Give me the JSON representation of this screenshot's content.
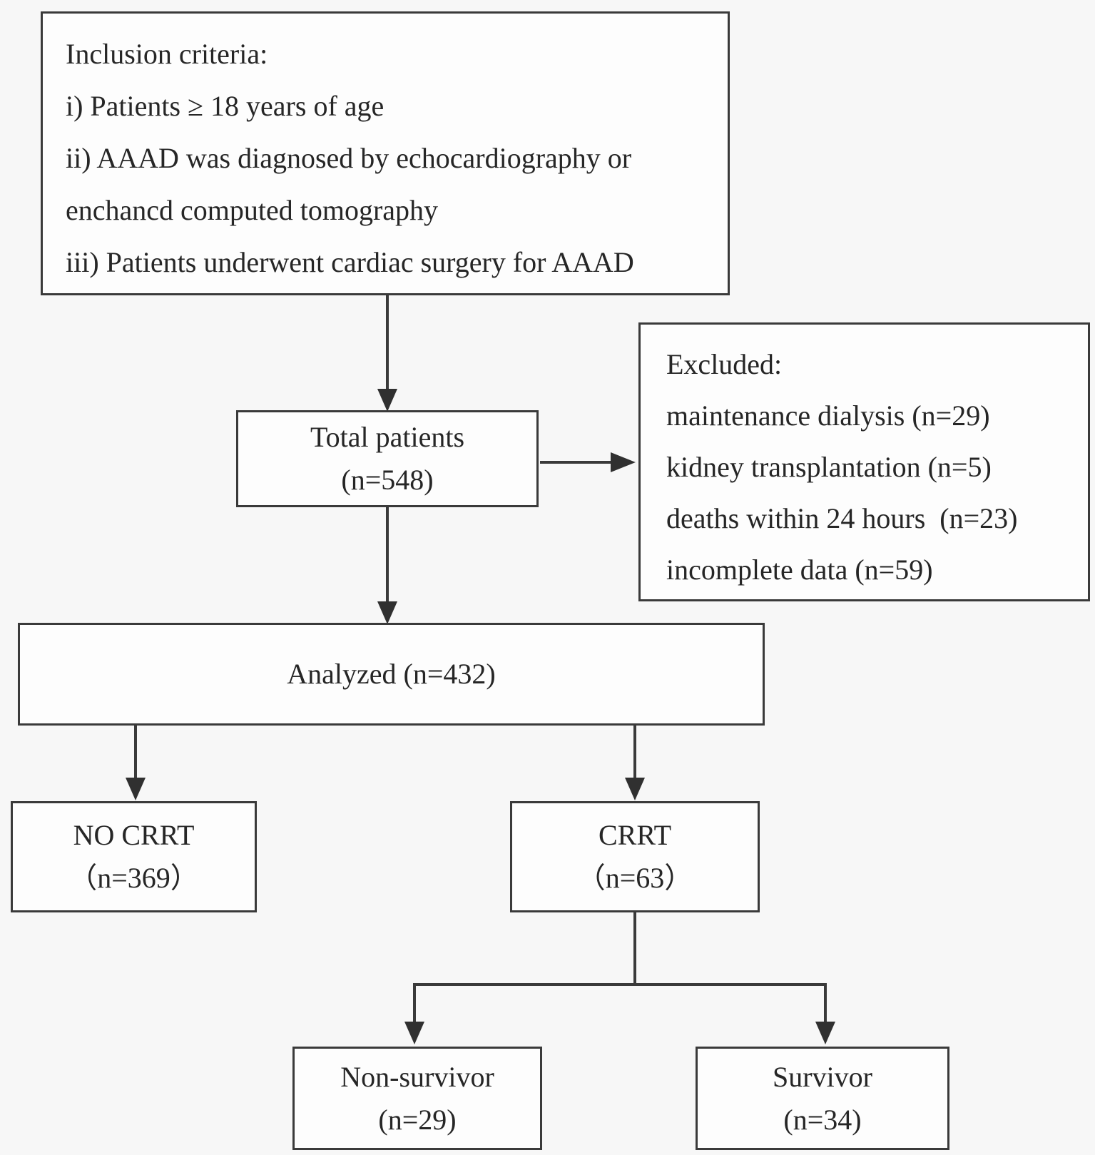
{
  "colors": {
    "background": "#f7f7f7",
    "box_fill": "#fdfdfd",
    "line": "#3a3a3a",
    "text": "#262626"
  },
  "boxes": {
    "inclusion": {
      "lines": [
        "Inclusion criteria:",
        "i) Patients ≥ 18 years of age",
        "ii) AAAD was diagnosed by echocardiography or",
        "enchancd computed tomography",
        "iii) Patients underwent cardiac surgery for AAAD"
      ]
    },
    "total": {
      "line1": "Total patients",
      "line2": "(n=548)"
    },
    "excluded": {
      "lines": [
        "Excluded:",
        "maintenance dialysis (n=29)",
        "kidney transplantation (n=5)",
        "deaths within 24 hours  (n=23)",
        "incomplete data (n=59)"
      ]
    },
    "analyzed": {
      "label": "Analyzed (n=432)"
    },
    "no_crrt": {
      "line1": "NO CRRT",
      "line2": "（n=369）"
    },
    "crrt": {
      "line1": "CRRT",
      "line2": "（n=63）"
    },
    "non_survivor": {
      "line1": "Non-survivor",
      "line2": "(n=29)"
    },
    "survivor": {
      "line1": "Survivor",
      "line2": "(n=34)"
    }
  }
}
